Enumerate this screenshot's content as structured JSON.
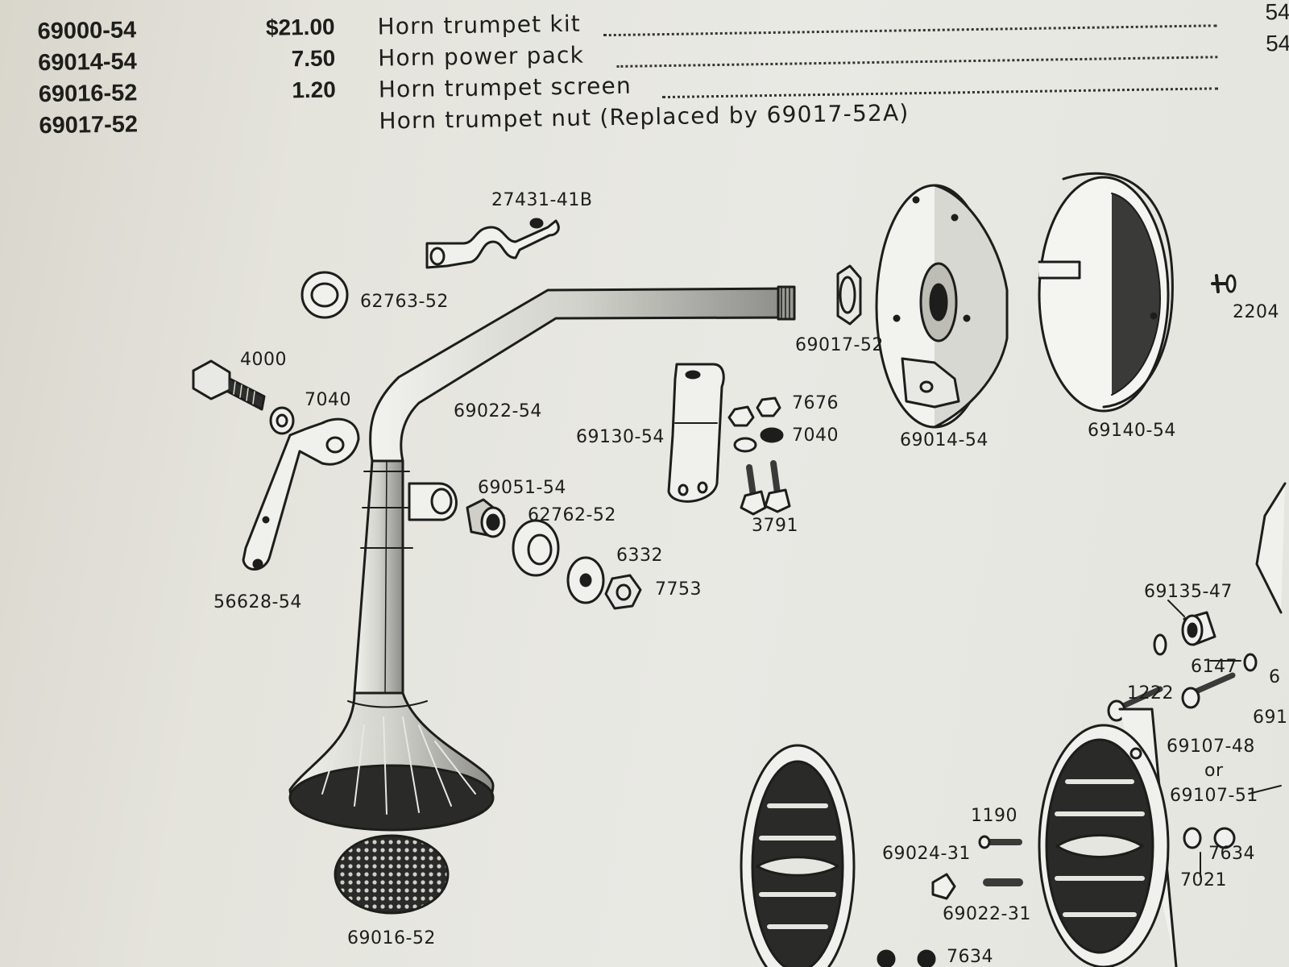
{
  "parts_list": [
    {
      "part": "69000-54",
      "price": "$21.00",
      "description": "Horn trumpet kit",
      "page": "54"
    },
    {
      "part": "69014-54",
      "price": "7.50",
      "description": "Horn power pack",
      "page": "54"
    },
    {
      "part": "69016-52",
      "price": "1.20",
      "description": "Horn trumpet screen",
      "page": ""
    },
    {
      "part": "69017-52",
      "price": "",
      "description": "Horn trumpet nut  (Replaced by 69017-52A)",
      "page": ""
    }
  ],
  "diagram_labels": {
    "bracket_top": "27431-41B",
    "washer_62763": "62763-52",
    "bolt_4000": "4000",
    "washer_7040_left": "7040",
    "tube": "69022-54",
    "bracket_56628": "56628-54",
    "spacer_69051": "69051-54",
    "bushing_62762": "62762-52",
    "washer_6332": "6332",
    "nut_7753": "7753",
    "screen_69016": "69016-52",
    "nut_69017": "69017-52",
    "bracket_69130": "69130-54",
    "nut_7676": "7676",
    "washer_7040_right": "7040",
    "screw_3791": "3791",
    "power_pack": "69014-54",
    "cover_69140": "69140-54",
    "screw_2204": "2204",
    "spacer_69135": "69135-47",
    "washer_6147": "6147",
    "screw_1222": "1222",
    "cut_691": "691",
    "part_69107_48": "69107-48",
    "or_word": "or",
    "part_69107_51": "69107-51",
    "screw_1190": "1190",
    "nut_69024": "69024-31",
    "stud_69022_31": "69022-31",
    "nut_7634_right": "7634",
    "washer_7021": "7021",
    "nut_7634_bottom": "7634",
    "cut_6": "6"
  }
}
